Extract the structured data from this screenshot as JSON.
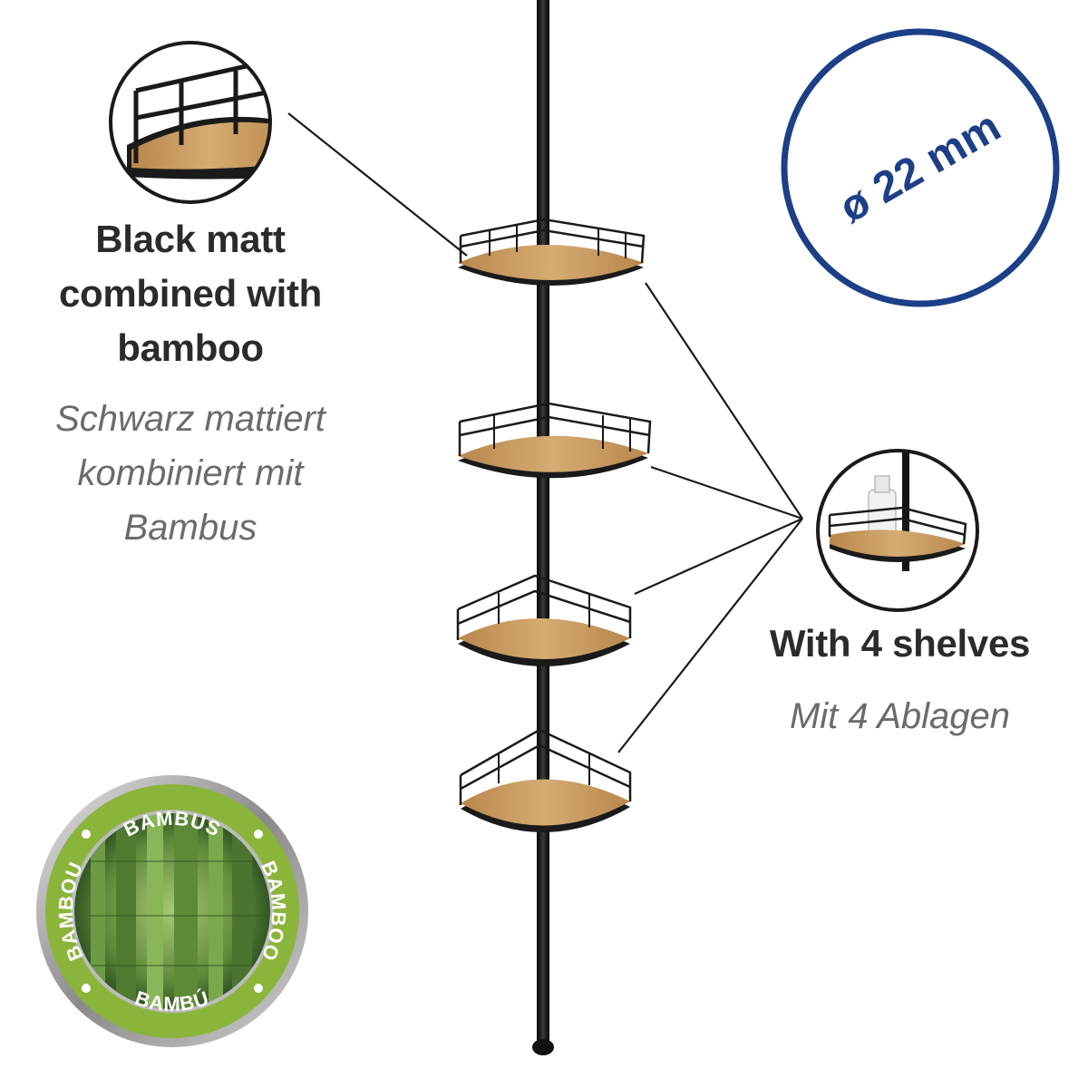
{
  "material": {
    "en_lines": [
      "Black matt",
      "combined with",
      "bamboo"
    ],
    "de_lines": [
      "Schwarz mattiert",
      "kombiniert mit",
      "Bambus"
    ]
  },
  "diameter": {
    "label": "ø 22 mm"
  },
  "shelves": {
    "en": "With 4 shelves",
    "de": "Mit 4 Ablagen"
  },
  "badge": {
    "top": "BAMBUS",
    "right": "BAMBOO",
    "bottom": "BAMBÚ",
    "left": "BAMBOU"
  },
  "colors": {
    "pole": "#151515",
    "bamboo": "#c99a5e",
    "badge_ring": "#8bb43a",
    "diameter_ring": "#1c3f87",
    "text_dark": "#2b2b2b",
    "text_grey": "#6b6b6b"
  }
}
